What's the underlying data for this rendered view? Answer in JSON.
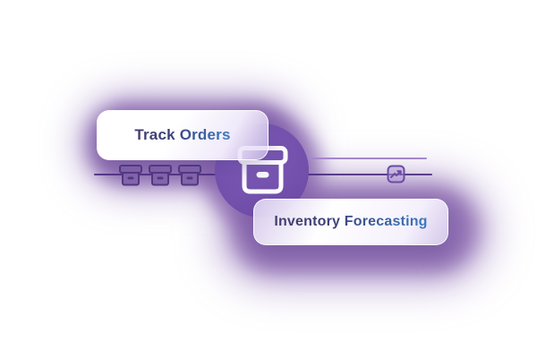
{
  "cards": {
    "track": {
      "label": "Track Orders"
    },
    "forecast": {
      "label": "Inventory Forecasting"
    }
  },
  "icons": [
    {
      "name": "archive-box-icon",
      "meaning": "inventory storage box"
    },
    {
      "name": "mini-box-icon",
      "meaning": "small order boxes row",
      "count": 3
    },
    {
      "name": "trending-up-chart-icon",
      "meaning": "forecast chart"
    }
  ],
  "colors": {
    "circle": "#7351ad",
    "glow": "#8a68b2",
    "line_dark": "#4c2e82",
    "line_light": "#a687cd",
    "mini_icon_stroke": "#503a82",
    "chart_icon_stroke": "#6b4ba5",
    "text_gradient_start": "#443e72",
    "text_gradient_end": "#3b7ac0",
    "card_tint": "#ddd2f2",
    "icon_on_circle": "#ffffff"
  }
}
